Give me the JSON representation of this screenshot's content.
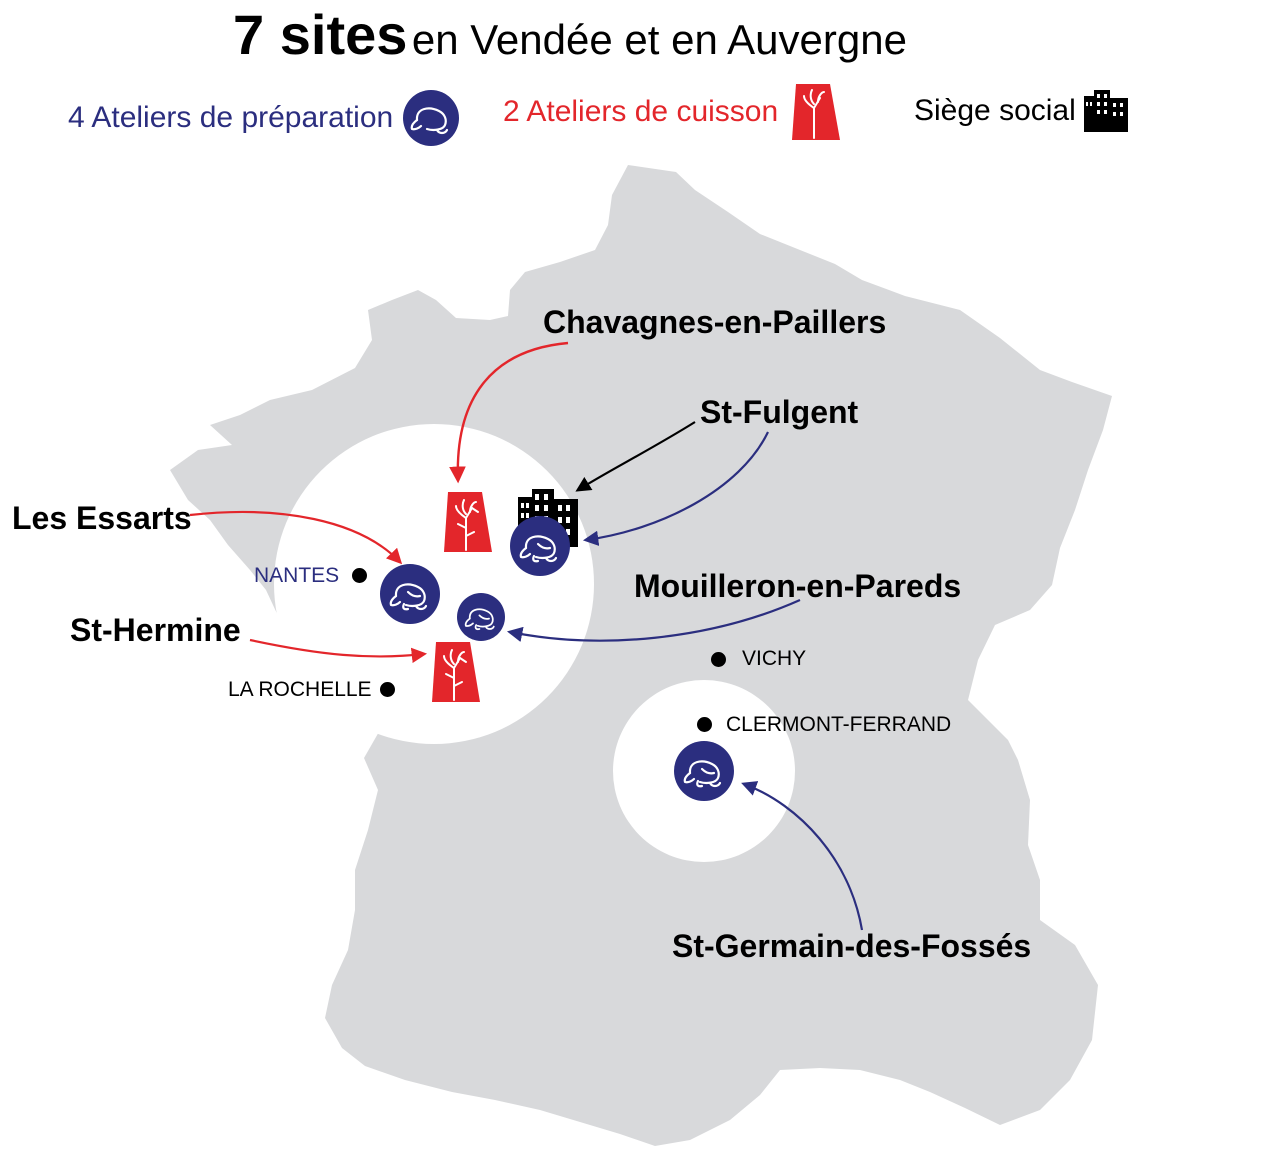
{
  "title": {
    "number_part": "7 sites",
    "rest": "en Vendée et en Auvergne"
  },
  "legend": {
    "preparation": {
      "label": "4 Ateliers de préparation",
      "icon": "chicken-circle-icon",
      "color": "#2b2e7f"
    },
    "cooking": {
      "label": "2 Ateliers de cuisson",
      "icon": "rooster-flag-icon",
      "color": "#e3262b"
    },
    "headquarters": {
      "label": "Siège social",
      "icon": "building-icon",
      "color": "#000000"
    }
  },
  "cities": {
    "nantes": "NANTES",
    "la_rochelle": "LA ROCHELLE",
    "vichy": "VICHY",
    "clermont": "CLERMONT-FERRAND"
  },
  "sites": {
    "chavagnes": "Chavagnes-en-Paillers",
    "st_fulgent": "St-Fulgent",
    "les_essarts": "Les Essarts",
    "mouilleron": "Mouilleron-en-Pareds",
    "st_hermine": "St-Hermine",
    "st_germain": "St-Germain-des-Fossés"
  },
  "colors": {
    "land": "#d8d9db",
    "highlight": "#ffffff",
    "navy": "#2b2e7f",
    "red": "#e3262b"
  }
}
